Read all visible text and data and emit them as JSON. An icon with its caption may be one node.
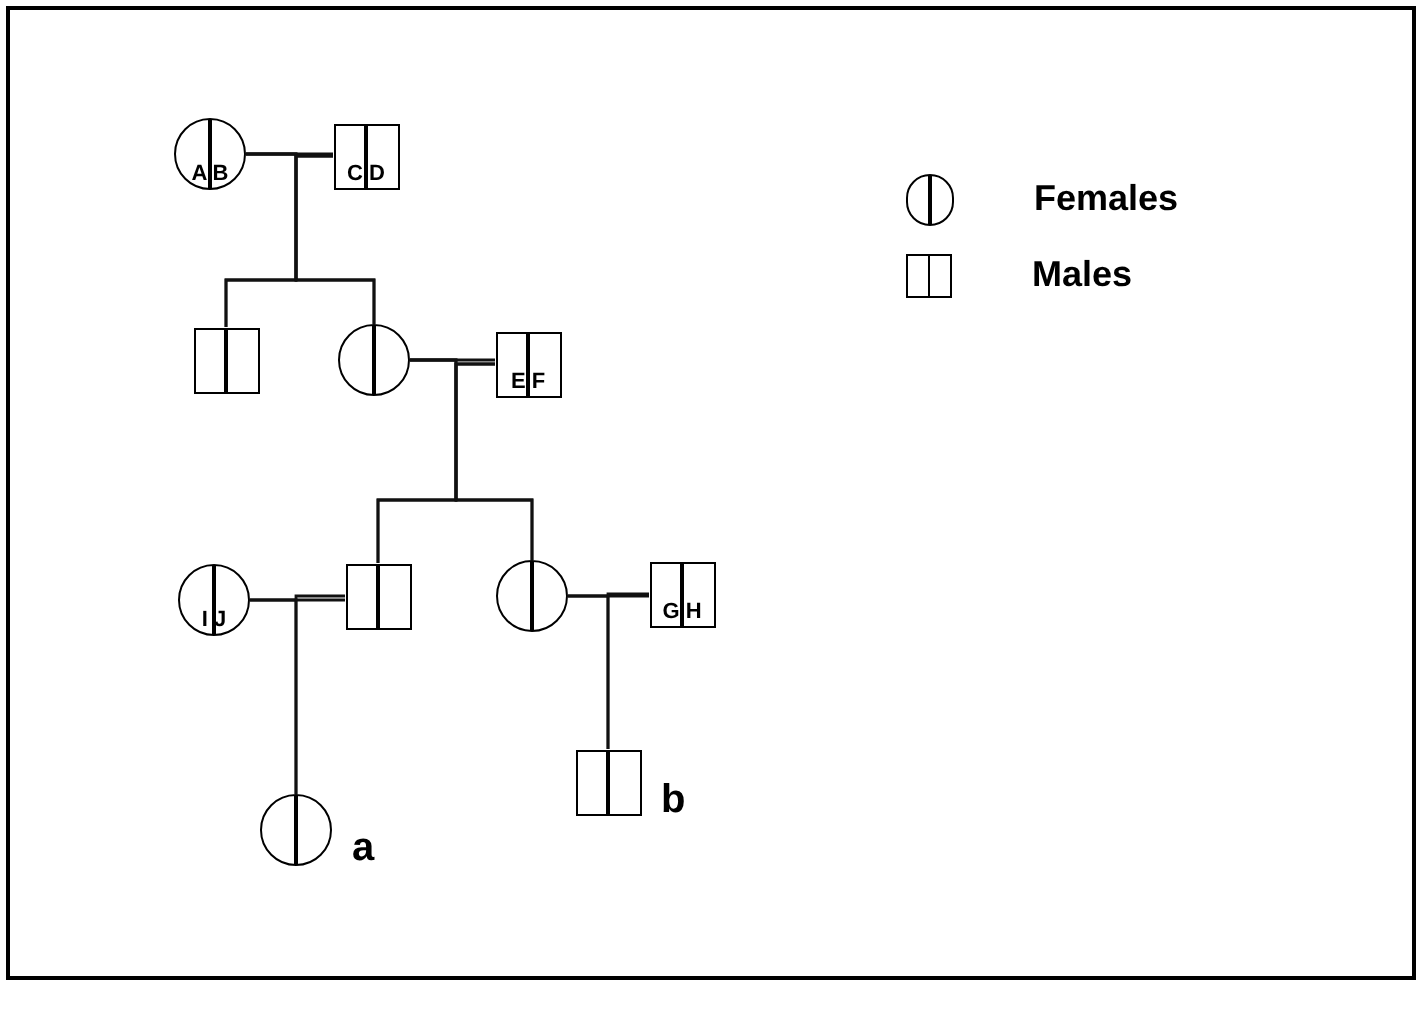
{
  "diagram": {
    "nodes": [
      {
        "text": [
          "A B"
        ]
      },
      {
        "text": [
          "C D"
        ]
      },
      {
        "text": [],
        "shape": "box"
      },
      {
        "text": [],
        "shape": "circle"
      },
      {
        "text": [
          "E F"
        ]
      },
      {
        "text": [
          "I J"
        ]
      },
      {
        "text": [],
        "shape": "box"
      },
      {
        "text": [],
        "shape": "circle"
      },
      {
        "text": [
          "G H"
        ]
      },
      {
        "text": [],
        "shape": "circle",
        "beside": [
          "a"
        ]
      },
      {
        "text": [],
        "shape": "box",
        "beside": [
          "b"
        ]
      }
    ],
    "edges": [
      {
        "from": 0,
        "to": 1,
        "arrow": "none"
      },
      {
        "from": 0,
        "to": 2,
        "arrow": "none"
      },
      {
        "from": 1,
        "to": 2,
        "arrow": "none"
      },
      {
        "from": 0,
        "to": 3,
        "arrow": "none"
      },
      {
        "from": 1,
        "to": 3,
        "arrow": "none"
      },
      {
        "from": 3,
        "to": 4,
        "arrow": "none"
      },
      {
        "from": 3,
        "to": 6,
        "arrow": "none"
      },
      {
        "from": 4,
        "to": 6,
        "arrow": "none"
      },
      {
        "from": 3,
        "to": 7,
        "arrow": "none"
      },
      {
        "from": 4,
        "to": 7,
        "arrow": "none"
      },
      {
        "from": 5,
        "to": 6,
        "arrow": "none"
      },
      {
        "from": 5,
        "to": 9,
        "arrow": "none"
      },
      {
        "from": 6,
        "to": 9,
        "arrow": "none"
      },
      {
        "from": 7,
        "to": 8,
        "arrow": "none"
      },
      {
        "from": 7,
        "to": 10,
        "arrow": "none"
      },
      {
        "from": 8,
        "to": 10,
        "arrow": "none"
      }
    ],
    "legend": [
      {
        "text": "Females"
      },
      {
        "text": "Males"
      }
    ]
  }
}
